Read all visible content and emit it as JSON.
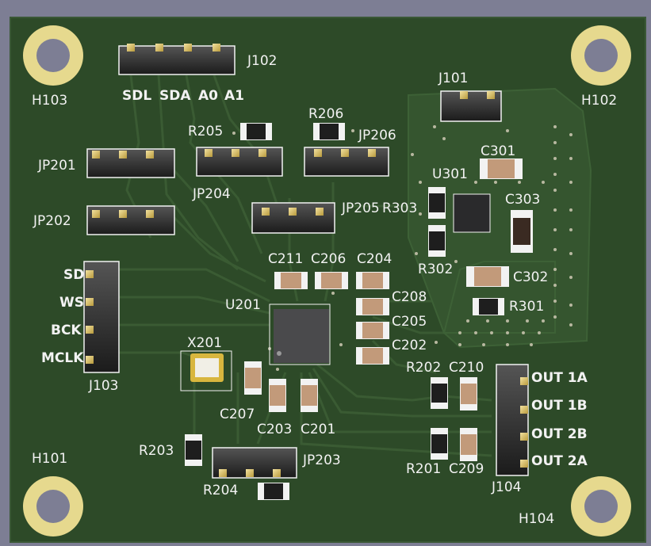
{
  "board": {
    "substrate_color": "#7d7e94",
    "soldermask_color": "#2d4a28",
    "trace_color": "#3a5b33",
    "silkscreen_color": "#f2f2f2",
    "copper_color": "#c8a248",
    "hole_pad_color": "#e6d98e"
  },
  "mounting_holes": [
    {
      "id": "h103",
      "ref": "H103"
    },
    {
      "id": "h102",
      "ref": "H102"
    },
    {
      "id": "h101",
      "ref": "H101"
    },
    {
      "id": "h104",
      "ref": "H104"
    }
  ],
  "connectors": {
    "j102": {
      "ref": "J102",
      "pins": [
        "SDL",
        "SDA",
        "A0",
        "A1"
      ]
    },
    "j101": {
      "ref": "J101"
    },
    "j103": {
      "ref": "J103",
      "pins": [
        "SD",
        "WS",
        "BCK",
        "MCLK"
      ]
    },
    "j104": {
      "ref": "J104",
      "pins": [
        "OUT 1A",
        "OUT 1B",
        "OUT 2B",
        "OUT 2A"
      ]
    }
  },
  "jumpers": [
    "JP201",
    "JP202",
    "JP203",
    "JP204",
    "JP205",
    "JP206"
  ],
  "ics": {
    "u201": "U201",
    "u301": "U301"
  },
  "crystal": "X201",
  "capacitors": [
    "C201",
    "C202",
    "C203",
    "C204",
    "C205",
    "C206",
    "C207",
    "C208",
    "C209",
    "C210",
    "C211",
    "C301",
    "C302",
    "C303"
  ],
  "resistors": [
    "R201",
    "R202",
    "R203",
    "R204",
    "R205",
    "R206",
    "R301",
    "R302",
    "R303"
  ]
}
